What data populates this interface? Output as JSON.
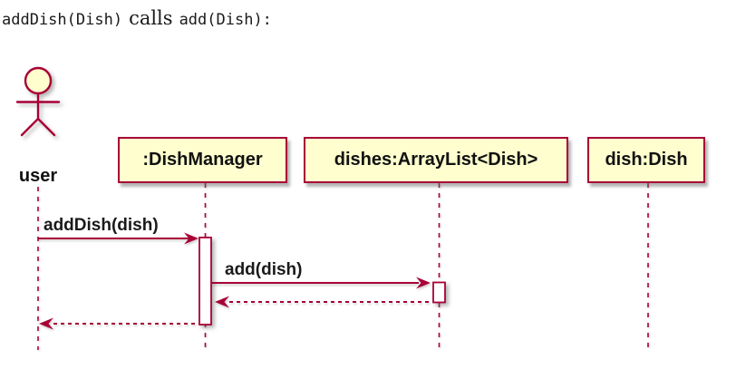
{
  "colors": {
    "accent": "#A80036",
    "participant_fill": "#FEFECE",
    "activation_fill": "#FFFFFF",
    "text": "#1A1A1A",
    "background": "#FFFFFF"
  },
  "title": {
    "code_before": "addDish(Dish)",
    "word": "calls",
    "code_after": "add(Dish):"
  },
  "diagram": {
    "type": "sequence",
    "actor": {
      "label": "user"
    },
    "participants": [
      {
        "label": ":DishManager"
      },
      {
        "label": "dishes:ArrayList<Dish>"
      },
      {
        "label": "dish:Dish"
      }
    ],
    "messages": [
      {
        "from": "user",
        "to": ":DishManager",
        "label": "addDish(dish)",
        "style": "solid-call"
      },
      {
        "from": ":DishManager",
        "to": "dishes:ArrayList<Dish>",
        "label": "add(dish)",
        "style": "solid-call"
      },
      {
        "from": "dishes:ArrayList<Dish>",
        "to": ":DishManager",
        "label": "",
        "style": "dashed-return"
      },
      {
        "from": ":DishManager",
        "to": "user",
        "label": "",
        "style": "dashed-return"
      }
    ]
  }
}
